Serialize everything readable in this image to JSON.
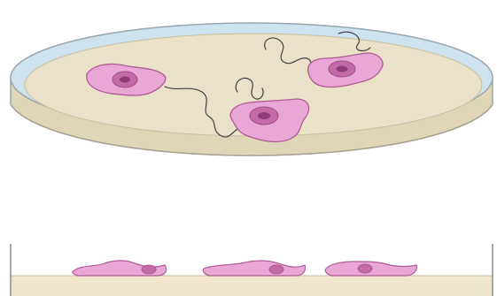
{
  "figure": {
    "views": [
      "perspective",
      "side-section"
    ],
    "cells_in_dish": 3,
    "cells_in_cross_section": 3,
    "strands_visible": true,
    "colors": {
      "dish_rim": "#cfe3ee",
      "dish_rim_stroke": "#9aa6ad",
      "medium": "#e9e2c9",
      "medium_side": "#dfd6b8",
      "cell_body": "#e8a7d4",
      "cell_stroke": "#b05a96",
      "nucleus": "#c56aa9",
      "nucleolus": "#8f3b78",
      "strand": "#404040",
      "section_line": "#8a8a8a",
      "section_medium": "#efe6cc"
    }
  }
}
